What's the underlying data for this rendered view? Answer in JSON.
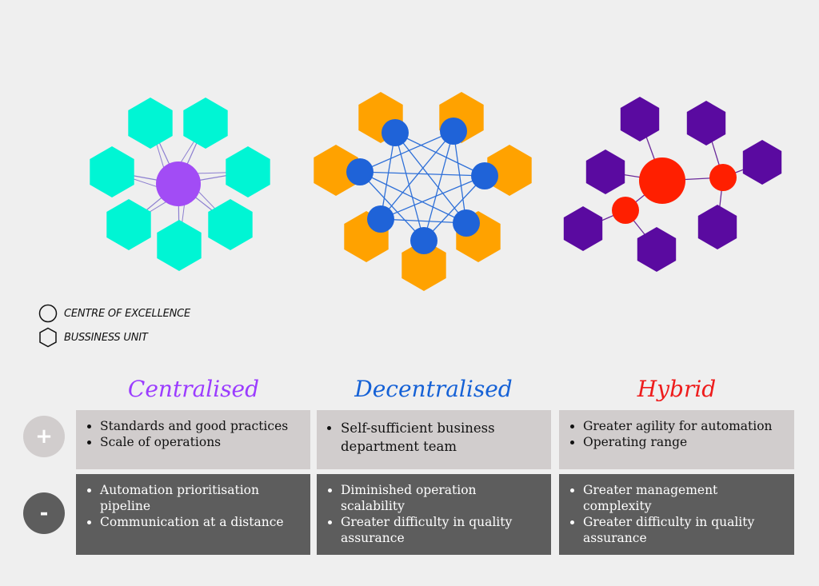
{
  "legend": {
    "circle_label": "CENTRE OF EXCELLENCE",
    "hexagon_label": "BUSSINESS UNIT"
  },
  "signs": {
    "plus": "+",
    "minus": "-"
  },
  "models": [
    {
      "title": "Centralised",
      "color": "#9b3cff",
      "hub_color": "#a24cf5",
      "unit_color": "#00f5d4",
      "pros": [
        "Standards and good practices",
        "Scale of operations"
      ],
      "cons": [
        "Automation prioritisation pipeline",
        "Communication at a distance"
      ]
    },
    {
      "title": "Decentralised",
      "color": "#1561d6",
      "hub_color": "#1f63d8",
      "unit_color": "#ffa200",
      "pros": [
        "Self-sufficient business department team"
      ],
      "cons": [
        "Diminished operation scalability",
        "Greater difficulty in quality assurance"
      ]
    },
    {
      "title": "Hybrid",
      "color": "#ee1c1c",
      "hub_color": "#ff1f00",
      "unit_color": "#5a0aa0",
      "pros": [
        "Greater agility for automation",
        "Operating range"
      ],
      "cons": [
        "Greater management complexity",
        "Greater difficulty in quality assurance"
      ]
    }
  ],
  "colors": {
    "plus_circle": "#d1cdcd",
    "minus_circle": "#5d5d5d",
    "centralised_link": "#8c7fd0",
    "decentralised_link": "#2f70d8",
    "hybrid_link": "#6a2a9a"
  }
}
